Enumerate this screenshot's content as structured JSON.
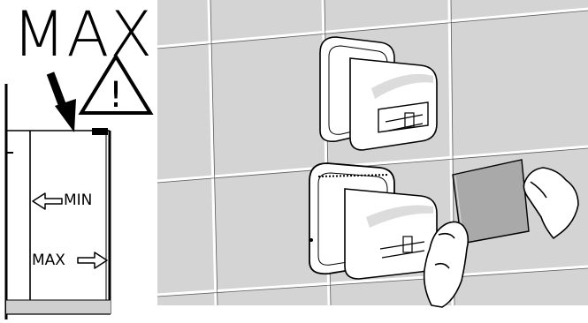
{
  "labels": {
    "max_title": "MAX",
    "warning_glyph": "!",
    "min_label": "MIN",
    "max_label": "MAX"
  },
  "icons": {
    "warning": "warning-triangle-icon",
    "arrow_down": "arrow-down-icon",
    "arrow_left": "arrow-left-outline-icon",
    "arrow_right": "arrow-right-outline-icon"
  },
  "colors": {
    "ink": "#000000",
    "tile_panel": "#d4d4d4",
    "tile_grout": "#ffffff",
    "device_body": "#ffffff",
    "device_shadow": "#dcdcdc",
    "wall_strip": "#cfcfcf",
    "card": "#a9a9a9"
  }
}
